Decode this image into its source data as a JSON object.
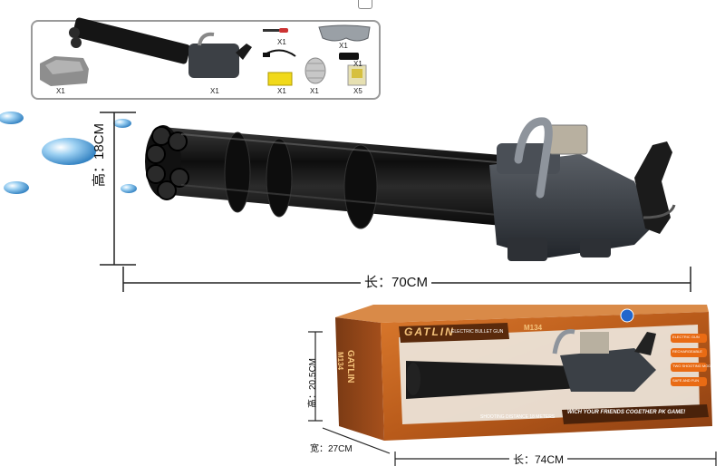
{
  "accessory_panel": {
    "items": [
      {
        "name": "backpack",
        "qty": "X1"
      },
      {
        "name": "gatling-gun",
        "qty": "X1"
      },
      {
        "name": "screwdriver",
        "qty": "X1"
      },
      {
        "name": "goggles",
        "qty": "X1"
      },
      {
        "name": "usb-charger",
        "qty": "X1"
      },
      {
        "name": "battery",
        "qty": "X1"
      },
      {
        "name": "battery-pack",
        "qty": "X1"
      },
      {
        "name": "water-bead-container",
        "qty": "X1"
      },
      {
        "name": "water-bead-bag",
        "qty": "X5"
      }
    ]
  },
  "product_dimensions": {
    "height": "高：18CM",
    "length": "长：70CM"
  },
  "box": {
    "brand_title": "GATLIN",
    "subtitle": "ELECTRIC BULLET GUN",
    "model": "M134",
    "side_title": "GATLIN",
    "side_model": "M134",
    "range_text": "SHOOTING DISTANCE 18 METERS",
    "slogan": "WICH YOUR FRIENDS COGETHER PK GAME!",
    "features": [
      "ELECTRIC GUN",
      "RECHARGEABLE",
      "TWO SHOOTING MODES",
      "SAFE AND FUN"
    ],
    "dimensions": {
      "height": "高：20.5CM",
      "width": "宽：27CM",
      "length": "长：74CM"
    }
  },
  "colors": {
    "gun_body": "#1c1c1c",
    "box_orange": "#c8641e",
    "box_dark": "#6b2f10",
    "inset_border": "#9a9a9a",
    "bubble_blue": "#5aa8e0"
  }
}
